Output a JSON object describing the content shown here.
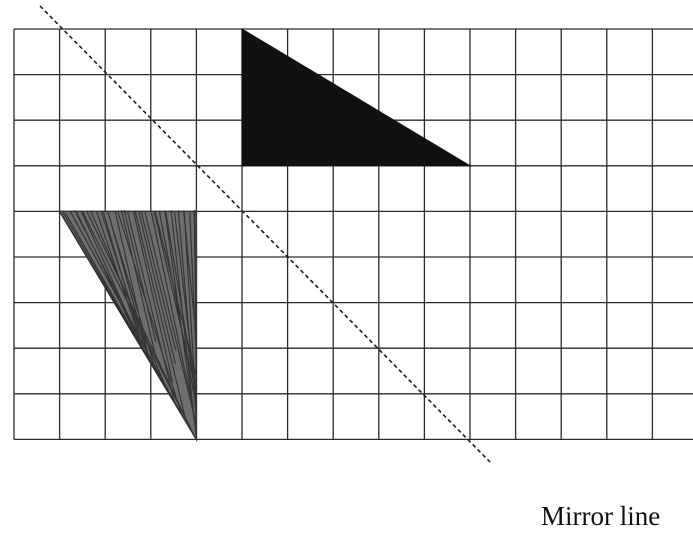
{
  "grid": {
    "columns": 15,
    "rows": 9
  },
  "original_shape": {
    "type": "right-triangle",
    "vertices": [
      [
        5,
        0
      ],
      [
        5,
        3
      ],
      [
        10,
        3
      ]
    ],
    "fill": "#111111"
  },
  "reflected_shape": {
    "type": "right-triangle",
    "vertices": [
      [
        1,
        4
      ],
      [
        4,
        4
      ],
      [
        4,
        9
      ]
    ],
    "fill": "#6e6e6e",
    "style": "hand-shaded"
  },
  "mirror_line": {
    "label": "Mirror line",
    "style": "dashed",
    "direction": "diagonal"
  }
}
